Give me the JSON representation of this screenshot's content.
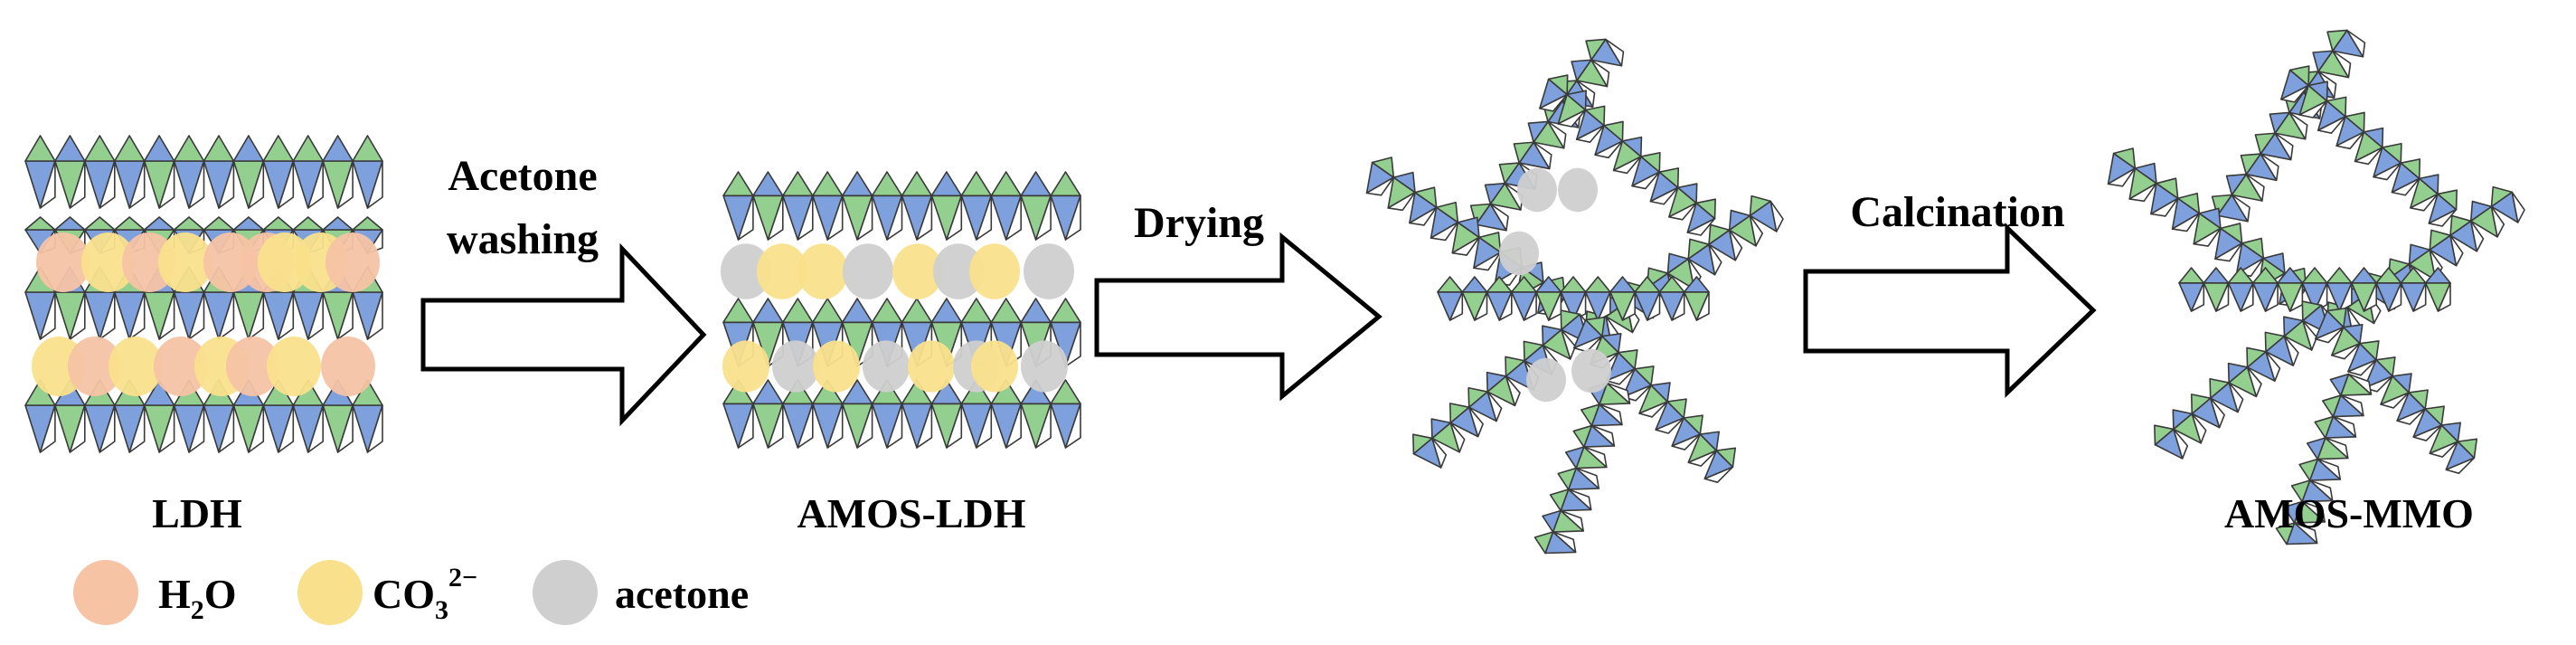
{
  "steps": {
    "step1": "Acetone",
    "step1b": "washing",
    "step2": "Drying",
    "step3": "Calcination"
  },
  "materials": {
    "ldh": "LDH",
    "amos_ldh": "AMOS-LDH",
    "amos_mmo": "AMOS-MMO"
  },
  "legend": {
    "water": {
      "base": "H",
      "sub": "2",
      "tail": "O",
      "color": "#f6c3a5"
    },
    "carbonate": {
      "base": "CO",
      "sub": "3",
      "sup": "2−",
      "color": "#f9e08c"
    },
    "acetone": {
      "label": "acetone",
      "color": "#cfcfcf"
    }
  },
  "colors": {
    "blue": "#7ea0dc",
    "green": "#93cf8f",
    "edge": "#3a3a3a",
    "water": "#f6c3a5",
    "carbonate": "#f9e08c",
    "acetone": "#cfcfcf"
  }
}
